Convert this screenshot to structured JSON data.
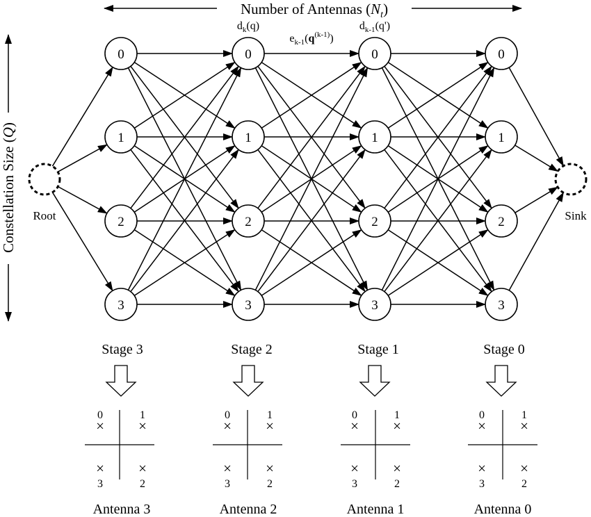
{
  "top_axis": {
    "prefix": "Number of Antennas (",
    "symbol": "N",
    "sub": "t",
    "suffix": ")"
  },
  "left_axis": {
    "prefix": "Constellation Size (",
    "symbol": "Q",
    "suffix": ")"
  },
  "endpoints": {
    "root": "Root",
    "sink": "Sink"
  },
  "node_labels": [
    "0",
    "1",
    "2",
    "3"
  ],
  "annotations": {
    "dk": {
      "base": "d",
      "sub": "k",
      "arg": "(q)"
    },
    "ek": {
      "base": "e",
      "sub": "k-1",
      "open": "(",
      "bold": "q",
      "sup": "(k-1)",
      "close": ")"
    },
    "dk1": {
      "base": "d",
      "sub": "k-1",
      "arg": "(q')"
    }
  },
  "stages": [
    "Stage 3",
    "Stage 2",
    "Stage 1",
    "Stage 0"
  ],
  "antennas": [
    "Antenna 3",
    "Antenna 2",
    "Antenna 1",
    "Antenna 0"
  ],
  "constellation_points": [
    {
      "label": "0",
      "mark": "×"
    },
    {
      "label": "1",
      "mark": "×"
    },
    {
      "label": "3",
      "mark": "×"
    },
    {
      "label": "2",
      "mark": "×"
    }
  ]
}
